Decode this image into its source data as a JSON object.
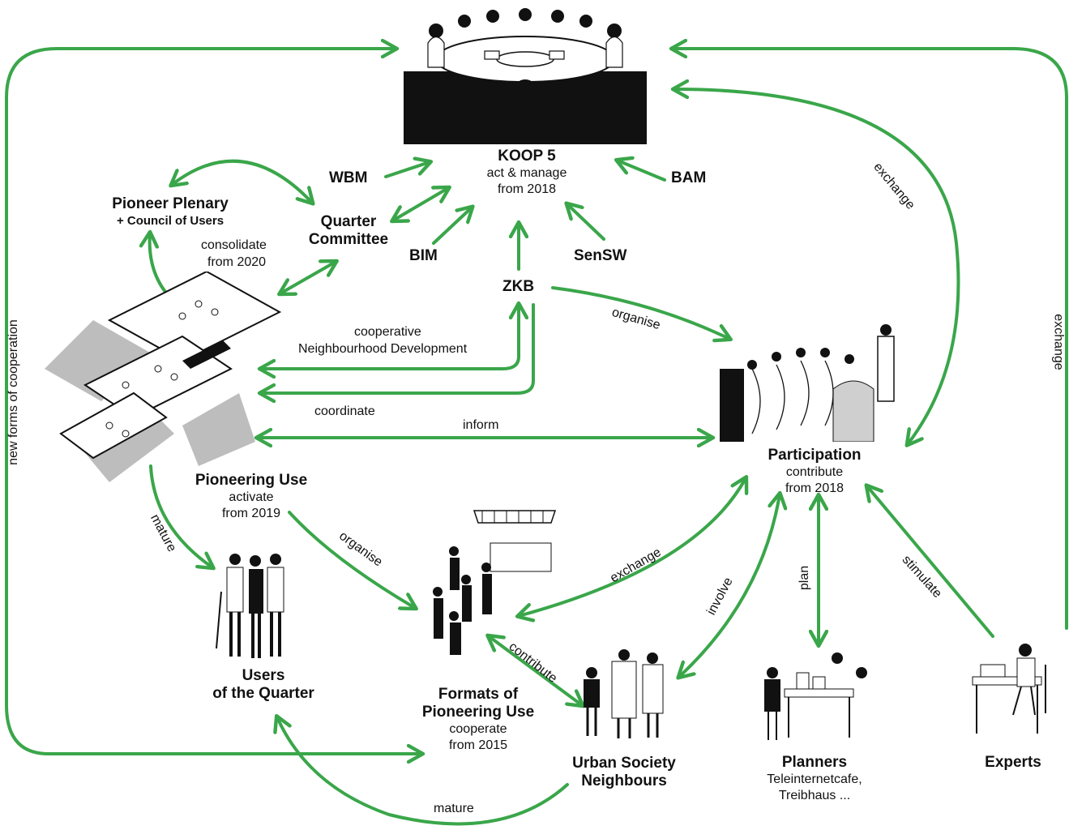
{
  "nodes": {
    "koop5": {
      "title": "KOOP 5",
      "sub1": "act & manage",
      "sub2": "from 2018"
    },
    "wbm": {
      "title": "WBM"
    },
    "bam": {
      "title": "BAM"
    },
    "bim": {
      "title": "BIM"
    },
    "sensw": {
      "title": "SenSW"
    },
    "zkb": {
      "title": "ZKB"
    },
    "pioneer_plenary": {
      "title": "Pioneer Plenary",
      "sub": "+ Council of Users"
    },
    "quarter_committee": {
      "title1": "Quarter",
      "title2": "Committee"
    },
    "pioneering_use": {
      "title": "Pioneering Use",
      "sub1": "activate",
      "sub2": "from 2019"
    },
    "participation": {
      "title": "Participation",
      "sub1": "contribute",
      "sub2": "from 2018"
    },
    "users": {
      "title1": "Users",
      "title2": "of the Quarter"
    },
    "formats": {
      "title1": "Formats of",
      "title2": "Pioneering Use",
      "sub1": "cooperate",
      "sub2": "from 2015"
    },
    "urban_society": {
      "title1": "Urban Society",
      "title2": "Neighbours"
    },
    "planners": {
      "title": "Planners",
      "sub1": "Teleinternetcafe,",
      "sub2": "Treibhaus ..."
    },
    "experts": {
      "title": "Experts"
    }
  },
  "edge_labels": {
    "consolidate": "consolidate",
    "from_2020": "from 2020",
    "coop_dev_1": "cooperative",
    "coop_dev_2": "Neighbourhood Development",
    "coordinate": "coordinate",
    "inform": "inform",
    "organise_zkb": "organise",
    "organise_pu": "organise",
    "mature_left": "mature",
    "mature_bottom": "mature",
    "exchange_top": "exchange",
    "exchange_right": "exchange",
    "exchange_formats": "exchange",
    "involve": "involve",
    "plan": "plan",
    "stimulate": "stimulate",
    "contribute": "contribute",
    "new_forms": "new forms of cooperation"
  },
  "colors": {
    "arrow": "#3aa64a",
    "ink": "#111111",
    "shadow": "#bdbdbd"
  }
}
